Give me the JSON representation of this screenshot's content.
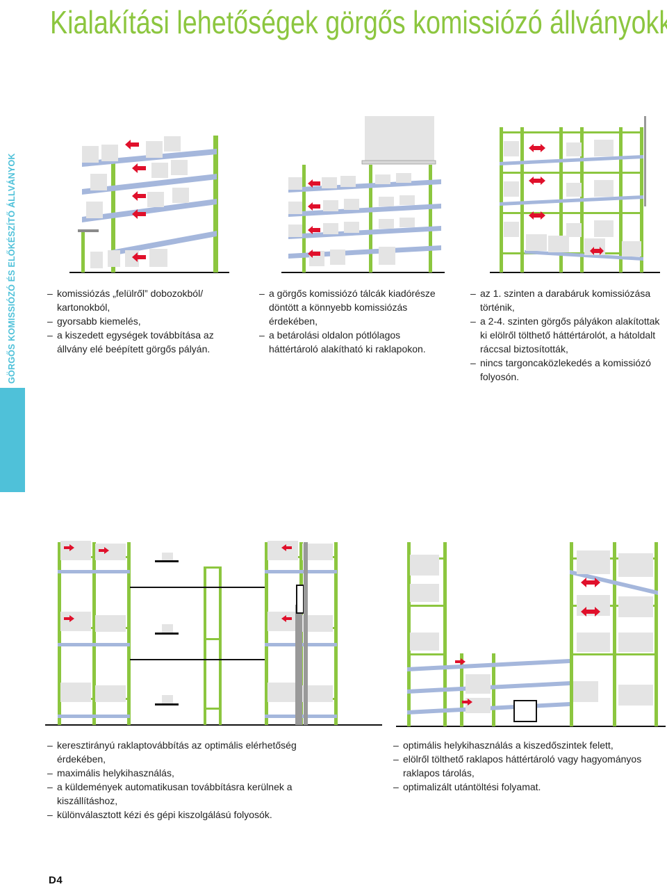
{
  "title": "Kialakítási lehetőségek görgős komissiózó állványokkal",
  "side_label": "GÖRGŐS KOMISSIÓZÓ ÉS ELŐKÉSZÍTŐ ÁLLVÁNYOK",
  "colors": {
    "green": "#8cc63f",
    "blue": "#a5b7dc",
    "red": "#e0102b",
    "box": "#e4e4e4",
    "cyan": "#4fc1d9"
  },
  "sections": [
    {
      "bullets": [
        "komissiózás „felülről” dobozokból/ kartonokból,",
        "gyorsabb kiemelés,",
        "a kiszedett egységek továbbítása az állvány elé beépített görgős pályán."
      ]
    },
    {
      "bullets": [
        "a görgős komissiózó tálcák kiadórésze döntött a könnyebb komissiózás érdekében,",
        "a betárolási oldalon pótlólagos háttértároló alakítható ki raklapokon."
      ]
    },
    {
      "bullets": [
        "az 1. szinten a darabáruk komissiózása történik,",
        "a 2-4. szinten görgős pályákon alakítottak ki elölről tölthető háttértárolót, a hátoldalt ráccsal biztosították,",
        "nincs targoncaközlekedés a komissiózó folyosón."
      ]
    },
    {
      "bullets": [
        "keresztirányú raklaptovábbítás az optimális elérhetőség érdekében,",
        "maximális helykihasználás,",
        "a küldemények automatikusan továbbításra kerülnek a kiszállításhoz,",
        "különválasztott kézi és gépi kiszolgálású folyosók."
      ]
    },
    {
      "bullets": [
        "optimális helykihasználás a kiszedőszintek felett,",
        "elölről tölthető raklapos háttértároló vagy hagyományos raklapos tárolás,",
        "optimalizált utántöltési folyamat."
      ]
    }
  ],
  "page_number": "D4"
}
